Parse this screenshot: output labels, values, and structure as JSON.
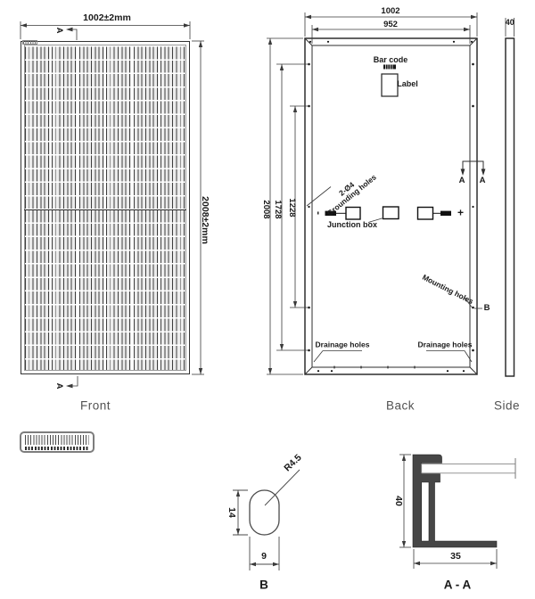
{
  "drawing": {
    "front": {
      "width_dim": "1002±2mm",
      "height_dim": "2008±2mm",
      "section_letter": "A",
      "caption": "Front"
    },
    "back": {
      "dim_outer_width": "1002",
      "dim_inner_width": "952",
      "dim_height": "2008",
      "dim_mount_outer": "1728",
      "dim_mount_inner": "1228",
      "barcode_label": "Bar code",
      "label_label": "Label",
      "grounding_line1": "2-Ø4",
      "grounding_line2": "Grounding holes",
      "junction_label": "Junction box",
      "polarity_minus": "-",
      "polarity_plus": "+",
      "section_letter_left": "A",
      "section_letter_right": "A",
      "mounting_label": "Mounting holes",
      "mounting_ref": "B",
      "drainage_left": "Drainage holes",
      "drainage_right": "Drainage holes",
      "caption": "Back"
    },
    "side": {
      "dim_thickness": "40",
      "caption": "Side"
    },
    "detail_b": {
      "dim_radius": "R4.5",
      "dim_height": "14",
      "dim_width": "9",
      "caption": "B"
    },
    "section_aa": {
      "dim_height": "40",
      "dim_width": "35",
      "caption": "A - A"
    }
  },
  "colors": {
    "outline": "#2e2e2e",
    "dim_line": "#3a3a3a",
    "profile_fill": "#464646",
    "caption_text": "#525252"
  }
}
